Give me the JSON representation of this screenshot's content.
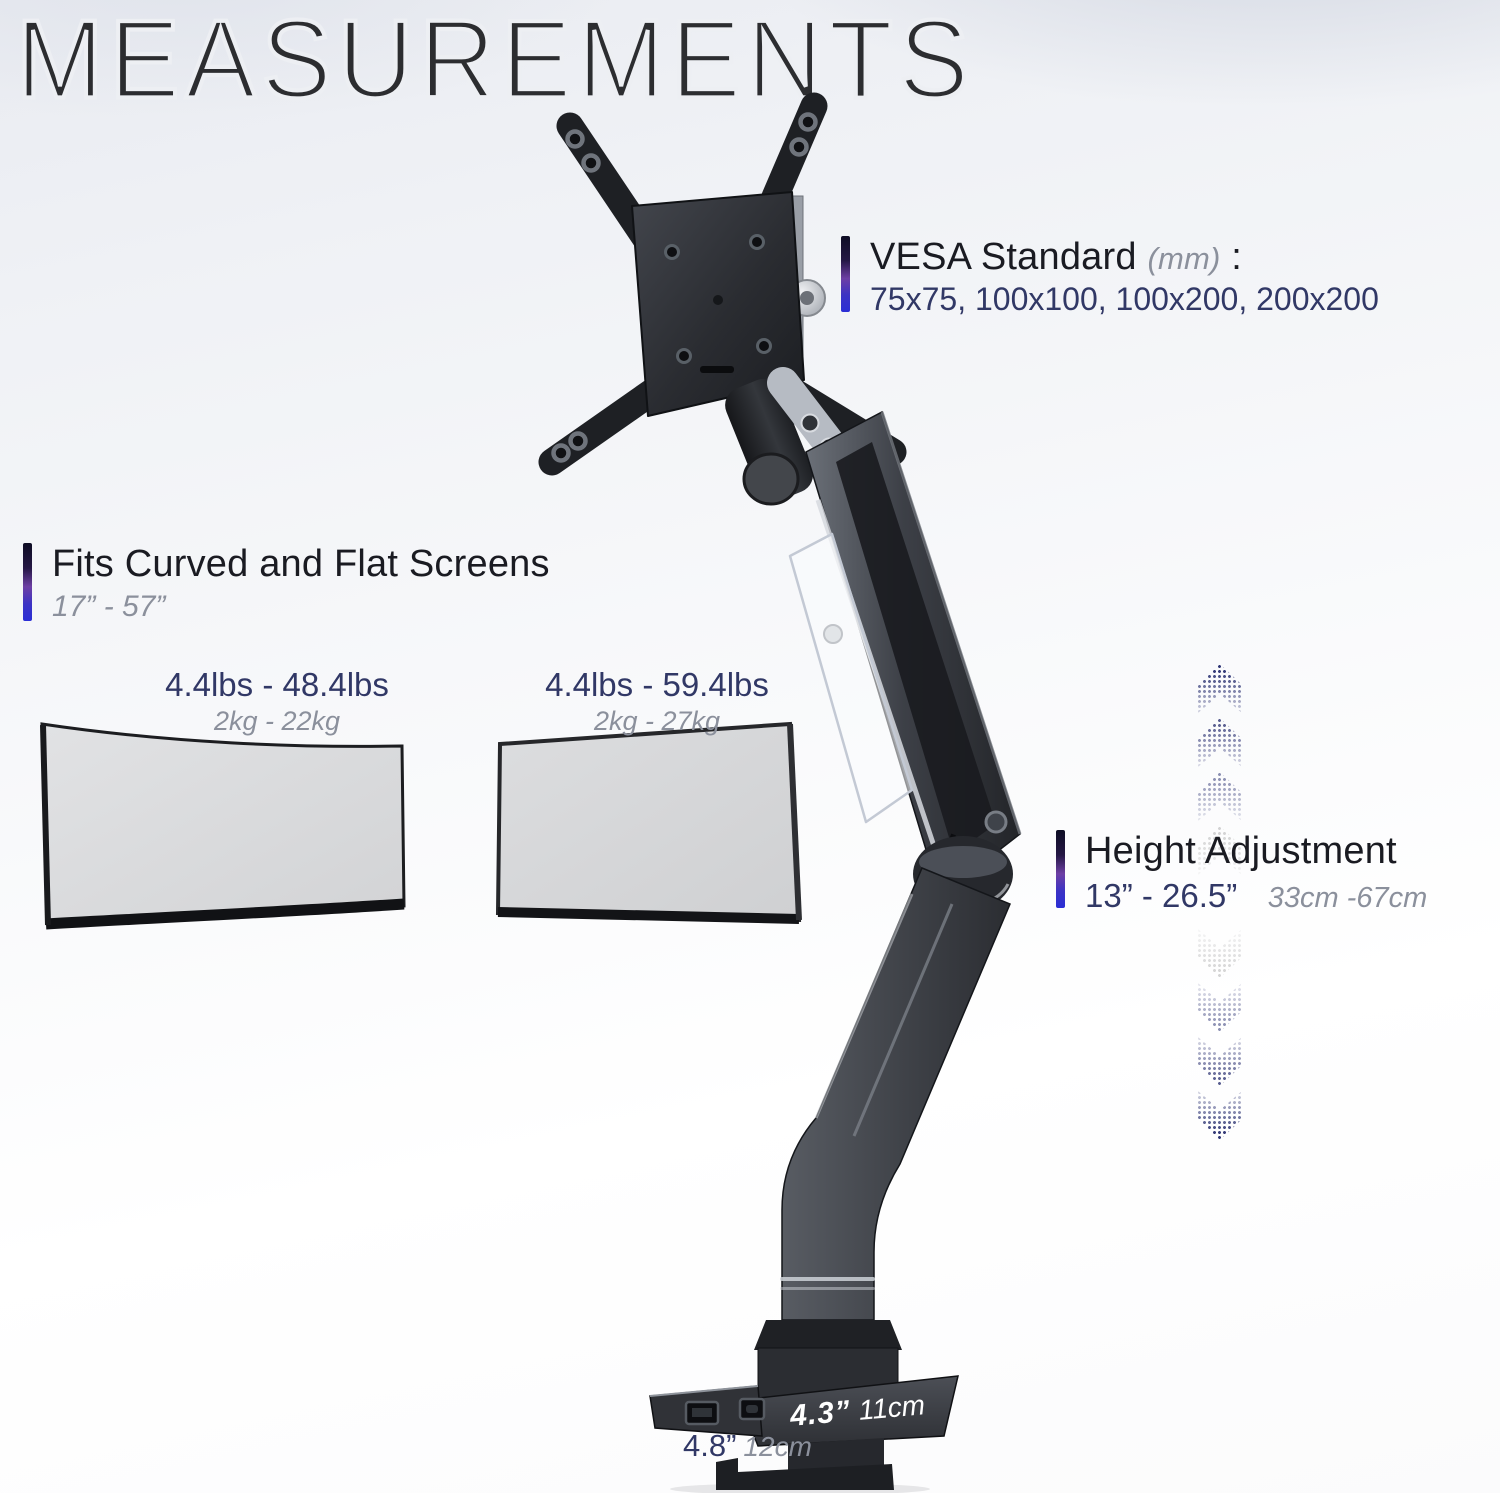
{
  "header": {
    "title": "MEASUREMENTS"
  },
  "vesa": {
    "heading": "VESA Standard",
    "unit": "(mm)",
    "colon": ":",
    "sizes": "75x75, 100x100, 100x200, 200x200"
  },
  "fits": {
    "heading": "Fits Curved and Flat Screens",
    "range": "17” - 57”"
  },
  "weights": {
    "curved": {
      "lbs": "4.4lbs - 48.4lbs",
      "kg": "2kg - 22kg"
    },
    "flat": {
      "lbs": "4.4lbs - 59.4lbs",
      "kg": "2kg - 27kg"
    }
  },
  "height_adjustment": {
    "heading": "Height Adjustment",
    "range_in": "13” - 26.5”",
    "range_cm": "33cm -67cm"
  },
  "base": {
    "depth_in": "4.3”",
    "depth_cm": "11cm",
    "width_in": "4.8”",
    "width_cm": "12cm"
  },
  "colors": {
    "accent_navy": "#313866",
    "muted_gray": "#8b909c",
    "title_color": "#2c2d30",
    "bar_top": "#0e0d24",
    "bar_mid": "#6d3fa4",
    "bar_bottom": "#2b2ed6",
    "arrow_blue": "#252c6e",
    "white_label": "#ffffff"
  }
}
